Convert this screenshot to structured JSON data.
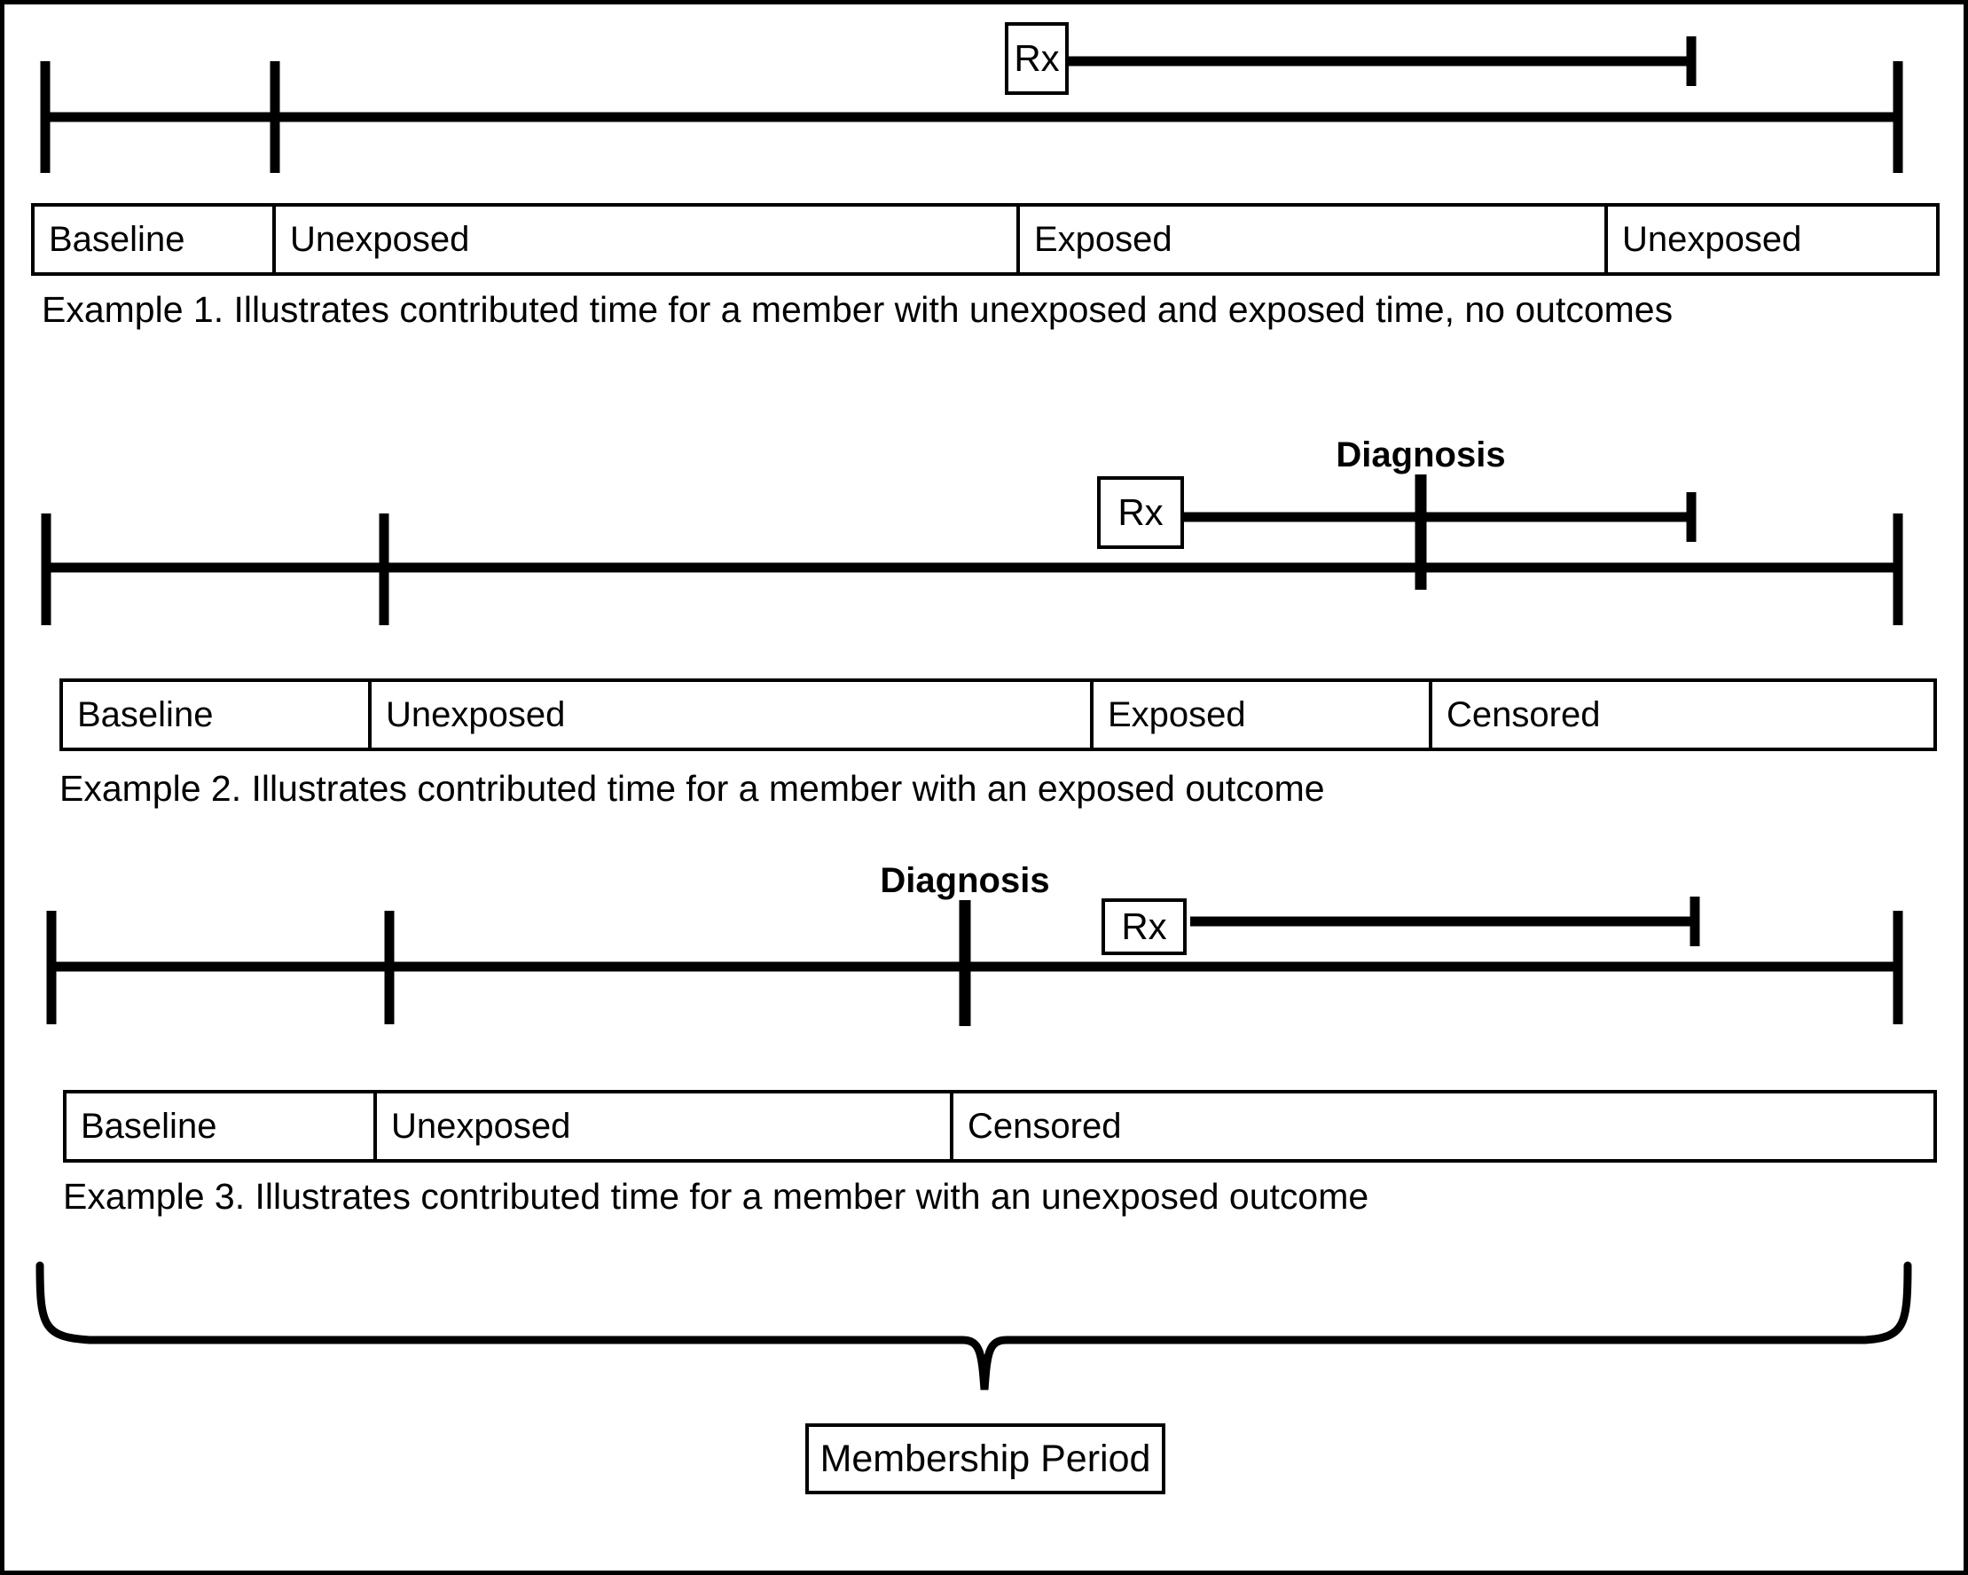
{
  "figure": {
    "title": "Contributed time examples diagram",
    "line_color": "#000000",
    "background": "#ffffff"
  },
  "examples": [
    {
      "id": "example-1",
      "rx_label": "Rx",
      "diagnosis_label": null,
      "caption": "Example 1. Illustrates contributed time for a member with unexposed and exposed time, no outcomes",
      "segments": [
        {
          "label": "Baseline"
        },
        {
          "label": "Unexposed"
        },
        {
          "label": "Exposed"
        },
        {
          "label": "Unexposed"
        }
      ]
    },
    {
      "id": "example-2",
      "rx_label": "Rx",
      "diagnosis_label": "Diagnosis",
      "caption": "Example 2. Illustrates contributed time for a member with an exposed outcome",
      "segments": [
        {
          "label": "Baseline"
        },
        {
          "label": "Unexposed"
        },
        {
          "label": "Exposed"
        },
        {
          "label": "Censored"
        }
      ]
    },
    {
      "id": "example-3",
      "rx_label": "Rx",
      "diagnosis_label": "Diagnosis",
      "caption": "Example 3. Illustrates contributed time for a member with an unexposed outcome",
      "segments": [
        {
          "label": "Baseline"
        },
        {
          "label": "Unexposed"
        },
        {
          "label": "Censored"
        }
      ]
    }
  ],
  "membership": {
    "label": "Membership Period"
  }
}
